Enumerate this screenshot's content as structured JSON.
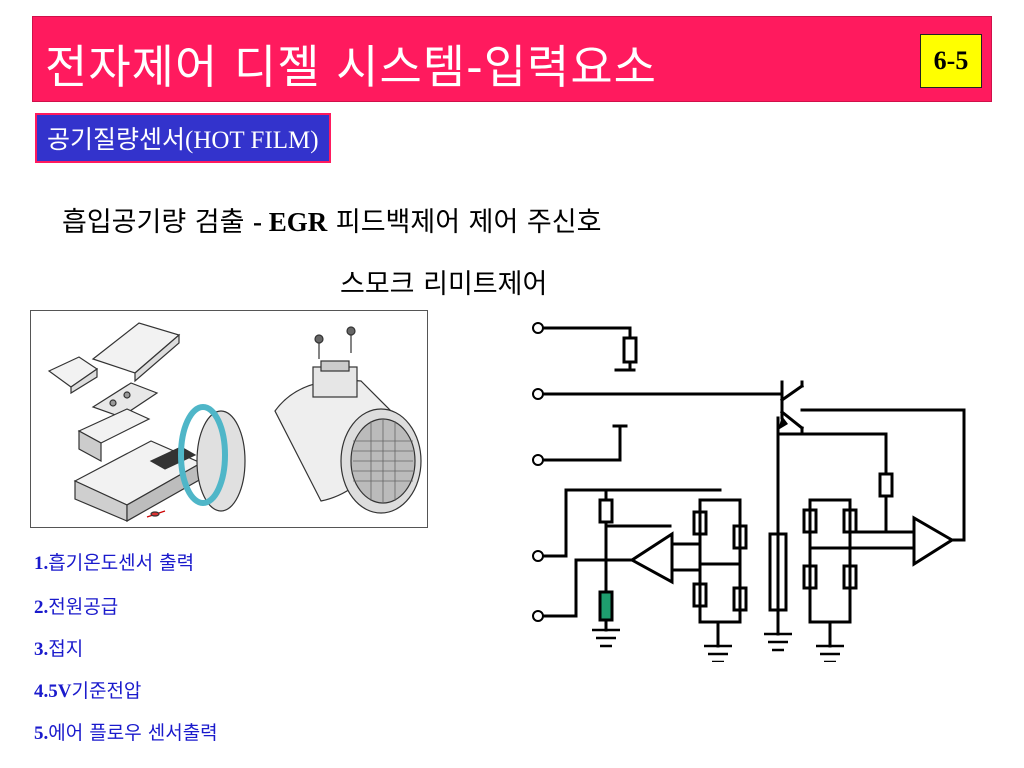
{
  "title": "전자제어 디젤 시스템-입력요소",
  "page_number": "6-5",
  "subtitle": "공기질량센서(HOT FILM)",
  "line1": {
    "part_a": "흡입공기량 검출 ",
    "part_b": "- EGR",
    "part_c": " 피드백제어 제어 주신호"
  },
  "line2": "스모크 리미트제어",
  "legend": [
    {
      "num": "1.",
      "text": "흡기온도센서 출력"
    },
    {
      "num": "2.",
      "text": "전원공급"
    },
    {
      "num": "3.",
      "text": "접지"
    },
    {
      "num": "4.5V",
      "text": "기준전압"
    },
    {
      "num": "5.",
      "text": "에어 플로우 센서출력"
    }
  ],
  "colors": {
    "title_bg": "#ff1a5e",
    "badge_bg": "#ffff00",
    "subtitle_bg": "#3333cc",
    "legend_text": "#1a1acc",
    "sensor_ring": "#4fb6c8",
    "thermistor": "#1e9e6e"
  }
}
